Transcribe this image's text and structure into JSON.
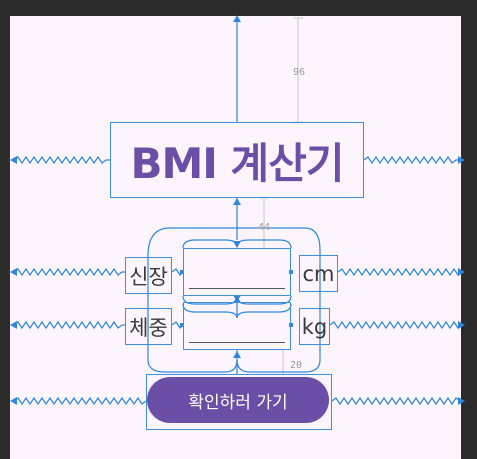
{
  "title": {
    "text": "BMI 계산기"
  },
  "height_row": {
    "label": "신장",
    "unit": "cm"
  },
  "weight_row": {
    "label": "체중",
    "unit": "kg"
  },
  "confirm_button": {
    "label": "확인하러 가기"
  },
  "constraint_margins": {
    "top": "96",
    "title_to_inputs": "44",
    "button_top": "20"
  },
  "colors": {
    "accent": "#6b4fa6",
    "constraint": "#3d8fe0",
    "background": "#fdf5fd",
    "frame": "#2b2b2b"
  }
}
